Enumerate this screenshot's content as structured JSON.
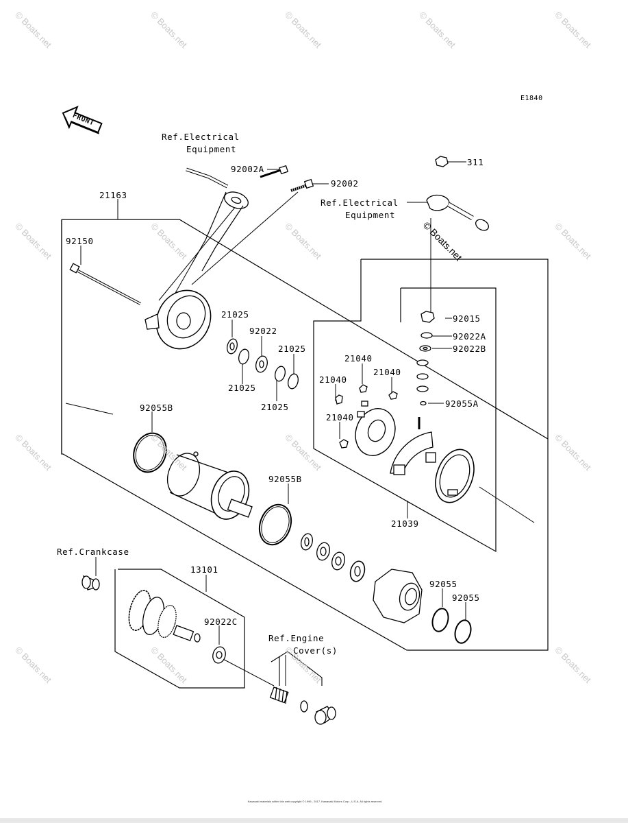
{
  "figure_id": "E1840",
  "front_label": "FRONT",
  "watermark": "© Boats.net",
  "labels": {
    "ref_electrical_1a": "Ref.Electrical",
    "ref_electrical_1b": "Equipment",
    "ref_electrical_2a": "Ref.Electrical",
    "ref_electrical_2b": "Equipment",
    "ref_crankcase": "Ref.Crankcase",
    "ref_engine_a": "Ref.Engine",
    "ref_engine_b": "Cover(s)",
    "p21163": "21163",
    "p92150": "92150",
    "p92002A": "92002A",
    "p92002": "92002",
    "p311": "311",
    "p21025_1": "21025",
    "p92022": "92022",
    "p21025_2": "21025",
    "p21025_3": "21025",
    "p21025_4": "21025",
    "p92015": "92015",
    "p92022A": "92022A",
    "p92022B": "92022B",
    "p21040_1": "21040",
    "p21040_2": "21040",
    "p21040_3": "21040",
    "p21040_4": "21040",
    "p92055A": "92055A",
    "p92055B_1": "92055B",
    "p92055B_2": "92055B",
    "p21039": "21039",
    "p13101": "13101",
    "p92022C": "92022C",
    "p92055_1": "92055",
    "p92055_2": "92055"
  },
  "copyright": "Kawasaki materials within this web copyright © 1996 - 2017, Kawasaki Motors Corp., U.S.A. All rights reserved."
}
